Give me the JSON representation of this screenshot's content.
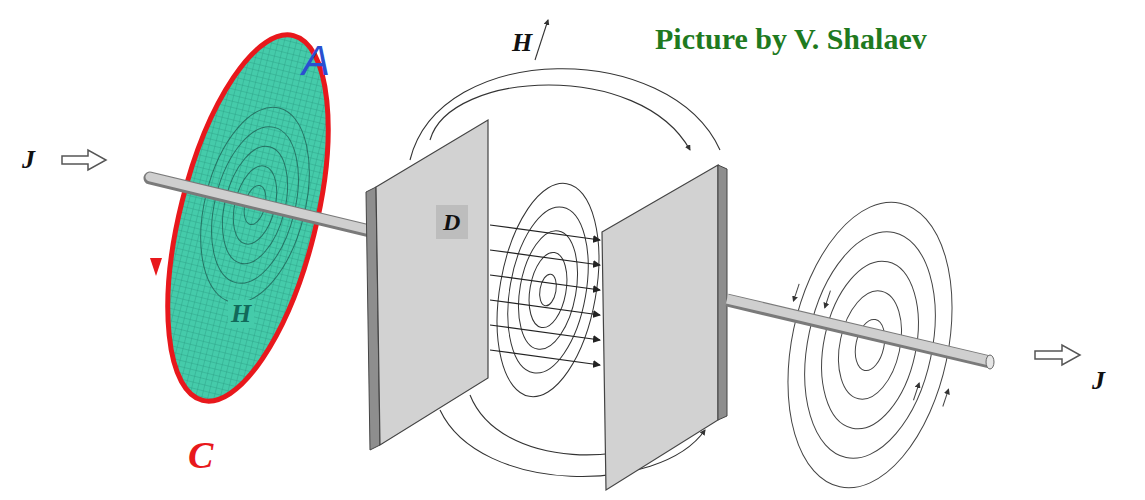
{
  "diagram": {
    "labels": [
      "H",
      "Picture by V. Shalaev",
      "A",
      "J",
      "D",
      "H",
      "C",
      "J"
    ]
  }
}
